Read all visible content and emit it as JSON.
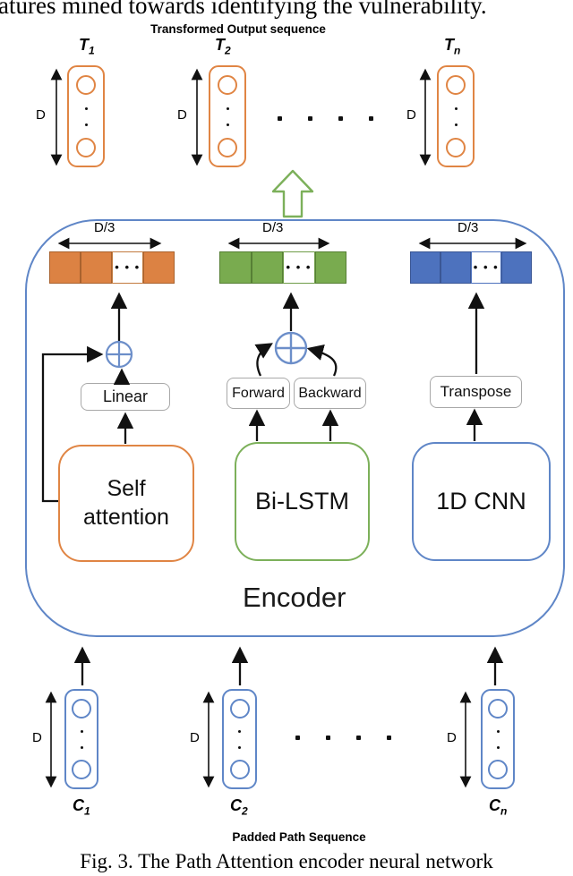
{
  "article": {
    "top_text_fragment": "atures mined towards identifying the vulnerability.",
    "figure_caption": "Fig. 3. The Path Attention encoder neural network"
  },
  "figure": {
    "output_sequence_label": "Transformed Output sequence",
    "input_sequence_label": "Padded Path Sequence",
    "encoder_label": "Encoder",
    "dim_label": "D",
    "dim_third_label": "D/3",
    "bar_ellipsis": "• • •",
    "output_tokens": [
      {
        "name": "T",
        "sub": "1"
      },
      {
        "name": "T",
        "sub": "2"
      },
      {
        "name": "T",
        "sub": "n"
      }
    ],
    "input_tokens": [
      {
        "name": "C",
        "sub": "1"
      },
      {
        "name": "C",
        "sub": "2"
      },
      {
        "name": "C",
        "sub": "n"
      }
    ],
    "branches": [
      {
        "id": "self-attention",
        "block_label": "Self attention",
        "op_labels": [
          "Linear"
        ],
        "accent_color": "#E08544",
        "bar_fill": "#DC8243",
        "bar_border": "#A9622E"
      },
      {
        "id": "bi-lstm",
        "block_label": "Bi-LSTM",
        "op_labels": [
          "Forward",
          "Backward"
        ],
        "accent_color": "#7CB05A",
        "bar_fill": "#79AB4F",
        "bar_border": "#567F35"
      },
      {
        "id": "1d-cnn",
        "block_label": "1D CNN",
        "op_labels": [
          "Transpose"
        ],
        "accent_color": "#5F86C7",
        "bar_fill": "#4D72BE",
        "bar_border": "#3A5694"
      }
    ],
    "colors": {
      "encoder_border": "#5F86C7",
      "plus_circle": "#6C8EC9",
      "block_arrow_green": "#7CB05A",
      "op_box_border": "#A8A8A8",
      "arrow_black": "#111111"
    }
  }
}
